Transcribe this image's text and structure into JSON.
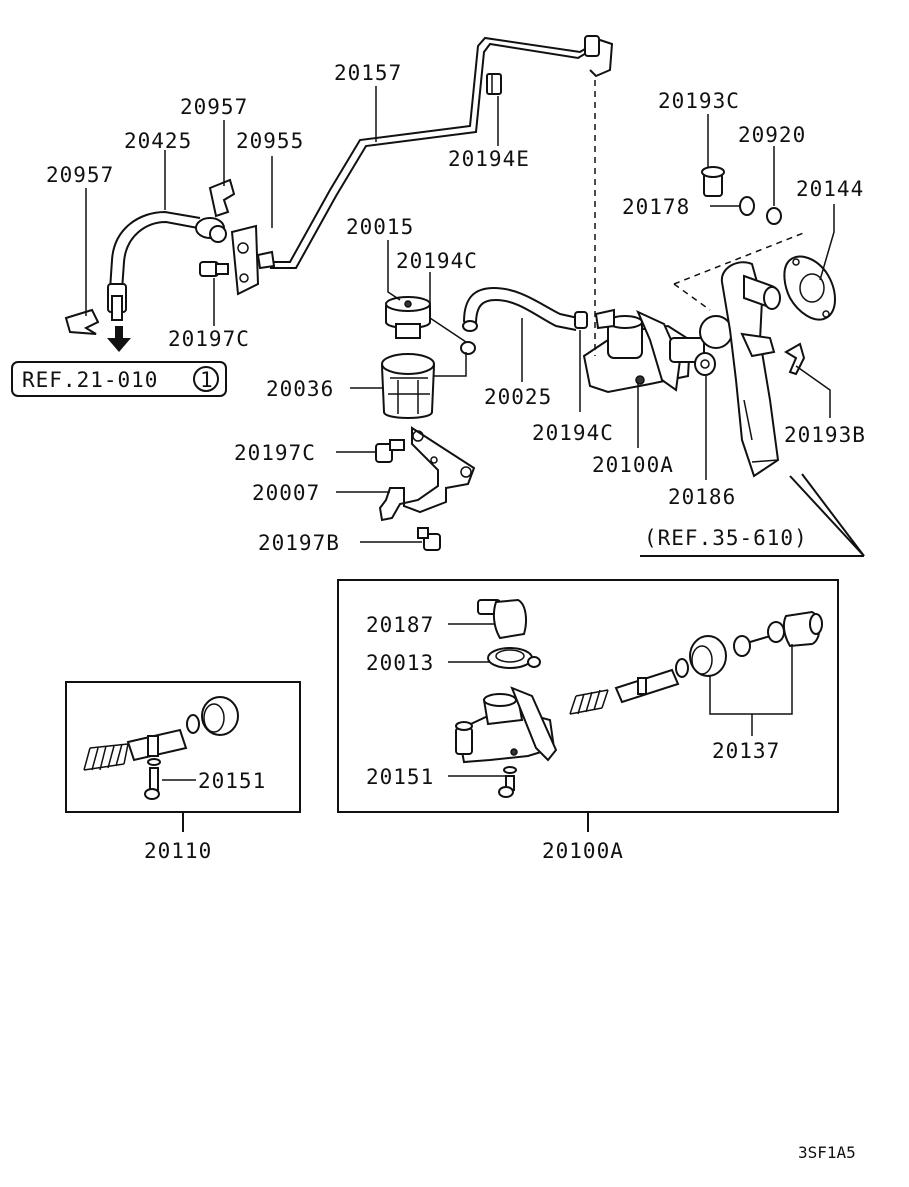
{
  "diagram_code": "3SF1A5",
  "references": {
    "ref_21": "REF.21-010",
    "ref_21_circle": "1",
    "ref_35": "(REF.35-610)"
  },
  "labels": {
    "p20157": "20157",
    "p20957_top": "20957",
    "p20425": "20425",
    "p20955": "20955",
    "p20957_left": "20957",
    "p20194E": "20194E",
    "p20193C": "20193C",
    "p20920": "20920",
    "p20178": "20178",
    "p20144": "20144",
    "p20015": "20015",
    "p20194C_top": "20194C",
    "p20197C_mid": "20197C",
    "p20036": "20036",
    "p20025": "20025",
    "p20194C_bot": "20194C",
    "p20100A_mid": "20100A",
    "p20193B": "20193B",
    "p20186": "20186",
    "p20197C_low": "20197C",
    "p20007": "20007",
    "p20197B": "20197B",
    "p20187": "20187",
    "p20013": "20013",
    "p20137": "20137",
    "p20151_right": "20151",
    "p20151_left": "20151",
    "p20110": "20110",
    "p20100A_bottom": "20100A"
  }
}
